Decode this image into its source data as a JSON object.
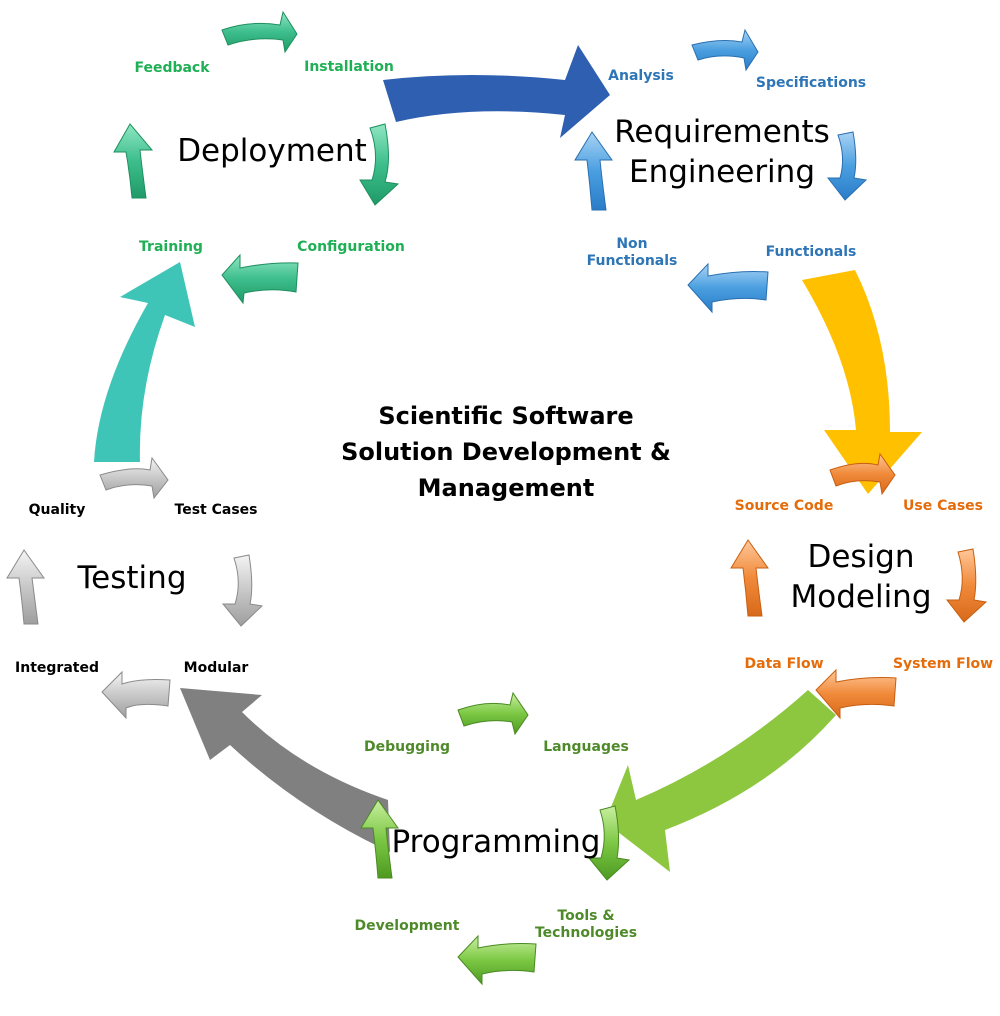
{
  "center_title": [
    "Scientific Software",
    "Solution Development &",
    "Management"
  ],
  "colors": {
    "deployment": "#2DB37A",
    "requirements": "#2E75B6",
    "design": "#E46C0A",
    "programming": "#4F8A2A",
    "testing": "#000000",
    "big_deploy_to_req": "#2E5FB0",
    "big_req_to_design": "#FFC000",
    "big_design_to_prog": "#8DC63F",
    "big_prog_to_test": "#808080",
    "big_test_to_deploy": "#3FC5B8"
  },
  "phases": {
    "deployment": {
      "title": [
        "Deployment"
      ],
      "steps": {
        "feedback": "Feedback",
        "installation": "Installation",
        "training": "Training",
        "configuration": "Configuration"
      }
    },
    "requirements": {
      "title": [
        "Requirements",
        "Engineering"
      ],
      "steps": {
        "analysis": "Analysis",
        "specifications": "Specifications",
        "non_functionals": [
          "Non",
          "Functionals"
        ],
        "functionals": "Functionals"
      }
    },
    "design": {
      "title": [
        "Design",
        "Modeling"
      ],
      "steps": {
        "source_code": "Source Code",
        "use_cases": "Use Cases",
        "data_flow": "Data Flow",
        "system_flow": "System Flow"
      }
    },
    "programming": {
      "title": [
        "Programming"
      ],
      "steps": {
        "debugging": "Debugging",
        "languages": "Languages",
        "development": "Development",
        "tools": [
          "Tools &",
          "Technologies"
        ]
      }
    },
    "testing": {
      "title": [
        "Testing"
      ],
      "steps": {
        "quality": "Quality",
        "test_cases": "Test Cases",
        "integrated": "Integrated",
        "modular": "Modular"
      }
    }
  }
}
